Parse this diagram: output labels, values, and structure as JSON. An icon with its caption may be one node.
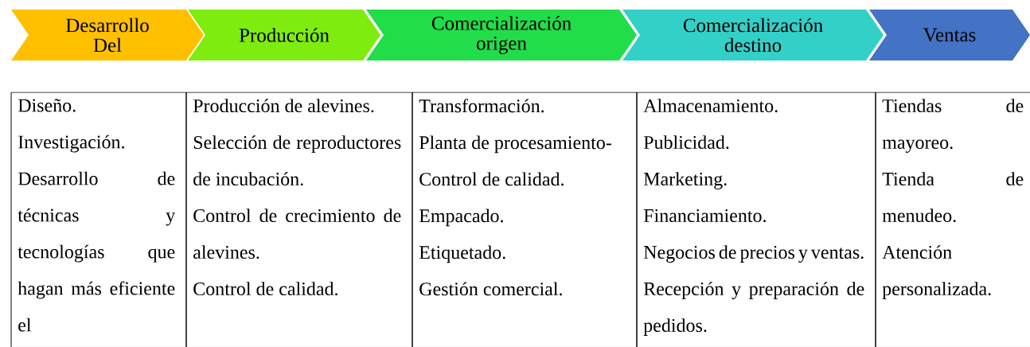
{
  "diagram": {
    "nodes": [
      {
        "text": [
          "Desarrollo Del"
        ]
      },
      {
        "text": [
          "Producción"
        ]
      },
      {
        "text": [
          "Comercialización origen"
        ]
      },
      {
        "text": [
          "Comercialización destino"
        ]
      },
      {
        "text": [
          "Ventas"
        ]
      },
      {
        "text": [
          "Diseño.",
          "Investigación.",
          "Desarrollo de técnicas y tecnologías que hagan más eficiente el"
        ]
      },
      {
        "text": [
          "Producción de alevines.",
          "Selección de reproductores de incubación.",
          "Control de crecimiento de alevines.",
          "Control de calidad."
        ]
      },
      {
        "text": [
          "Transformación.",
          "Planta de procesamiento-",
          "Control de calidad.",
          "Empacado.",
          "Etiquetado.",
          "Gestión comercial."
        ]
      },
      {
        "text": [
          "Almacenamiento.",
          "Publicidad.",
          "Marketing.",
          "Financiamiento.",
          "Negocios de precios y ventas. Recepción y preparación de pedidos."
        ]
      },
      {
        "text": [
          "Tiendas de mayoreo.",
          "Tienda de menudeo.",
          "Atención personalizada."
        ]
      }
    ],
    "edges": []
  }
}
